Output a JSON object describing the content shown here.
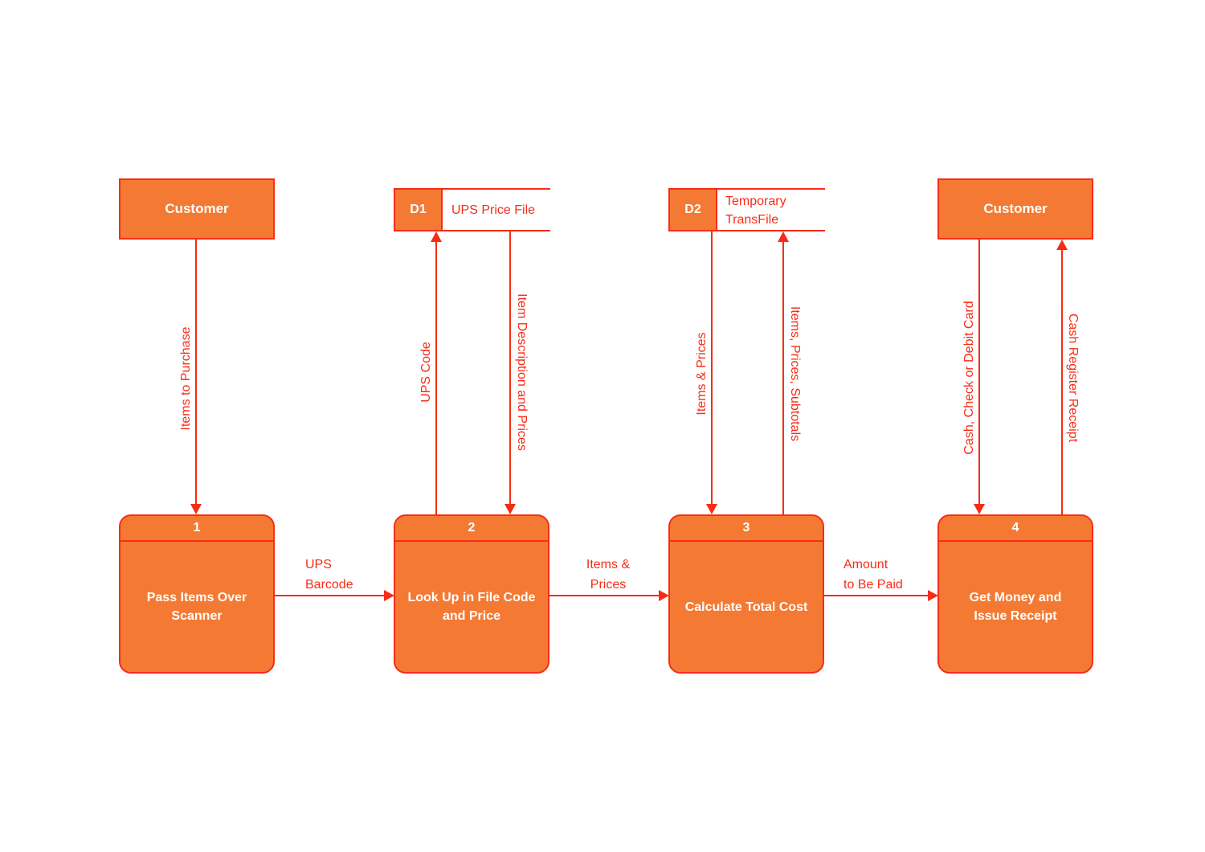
{
  "colors": {
    "shape_fill": "#f47a33",
    "line_red": "#f72c17",
    "text_white": "#ffffff",
    "background": "#ffffff"
  },
  "entities": {
    "customer_left": {
      "label": "Customer"
    },
    "customer_right": {
      "label": "Customer"
    }
  },
  "data_stores": {
    "d1": {
      "id": "D1",
      "name": "UPS Price File"
    },
    "d2": {
      "id": "D2",
      "name": "Temporary\nTransFile"
    }
  },
  "processes": {
    "p1": {
      "number": "1",
      "title": "Pass Items Over Scanner"
    },
    "p2": {
      "number": "2",
      "title": "Look Up in File Code and Price"
    },
    "p3": {
      "number": "3",
      "title": "Calculate Total Cost"
    },
    "p4": {
      "number": "4",
      "title": "Get Money and Issue Receipt"
    }
  },
  "flows": {
    "items_to_purchase": {
      "label": "Items to Purchase"
    },
    "ups_barcode": {
      "label": "UPS\nBarcode"
    },
    "ups_code": {
      "label": "UPS Code"
    },
    "item_description_and_prices": {
      "label": "Item Description and Prices"
    },
    "items_and_prices_horizontal": {
      "label": "Items &\nPrices"
    },
    "items_and_prices_vertical": {
      "label": "Items & Prices"
    },
    "items_prices_subtotals": {
      "label": "Items, Prices, Subtotals"
    },
    "amount_to_be_paid": {
      "label": "Amount\nto Be Paid"
    },
    "cash_check_or_debit_card": {
      "label": "Cash, Check or Debit Card"
    },
    "cash_register_receipt": {
      "label": "Cash Register Receipt"
    }
  }
}
